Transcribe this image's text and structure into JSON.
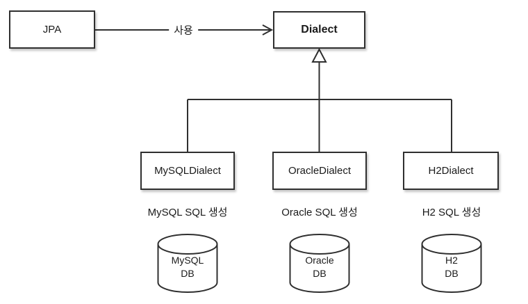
{
  "diagram": {
    "title_hint": "JPA Dialect inheritance diagram",
    "jpa": {
      "label": "JPA"
    },
    "usage_edge": {
      "label": "사용"
    },
    "dialect": {
      "label": "Dialect"
    },
    "subclasses": [
      {
        "label": "MySQLDialect",
        "caption": "MySQL SQL 생성",
        "db_line1": "MySQL",
        "db_line2": "DB"
      },
      {
        "label": "OracleDialect",
        "caption": "Oracle SQL 생성",
        "db_line1": "Oracle",
        "db_line2": "DB"
      },
      {
        "label": "H2Dialect",
        "caption": "H2 SQL 생성",
        "db_line1": "H2",
        "db_line2": "DB"
      }
    ],
    "colors": {
      "line": "#2f2f2f",
      "box_fill": "#ffffff",
      "text": "#1a1a1a",
      "background": "#ffffff"
    }
  }
}
